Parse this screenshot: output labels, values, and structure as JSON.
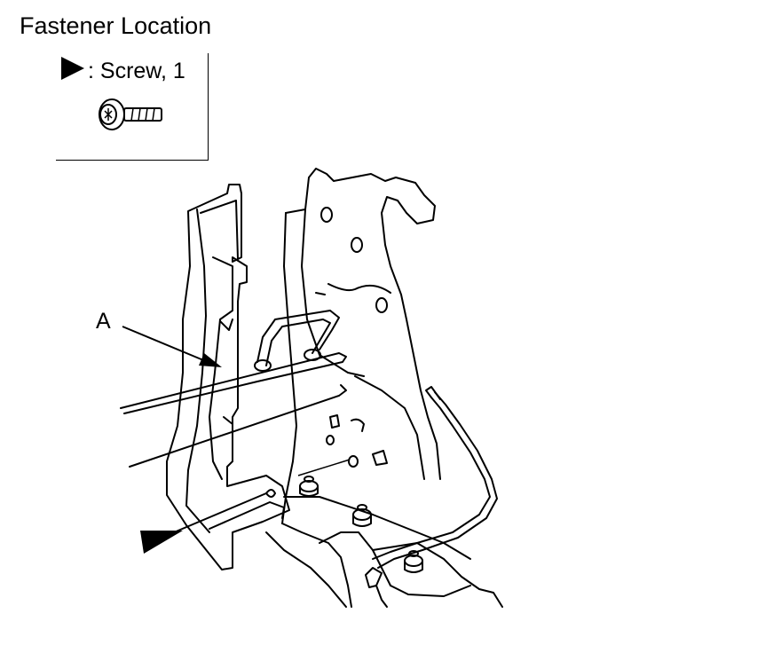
{
  "figure": {
    "title": "Fastener Location",
    "legend": {
      "marker_icon": "filled-triangle-pointer",
      "label": ": Screw, 1",
      "item_icon": "screw-icon"
    },
    "callout_label": "A"
  },
  "colors": {
    "line": "#000000",
    "background": "#ffffff"
  }
}
